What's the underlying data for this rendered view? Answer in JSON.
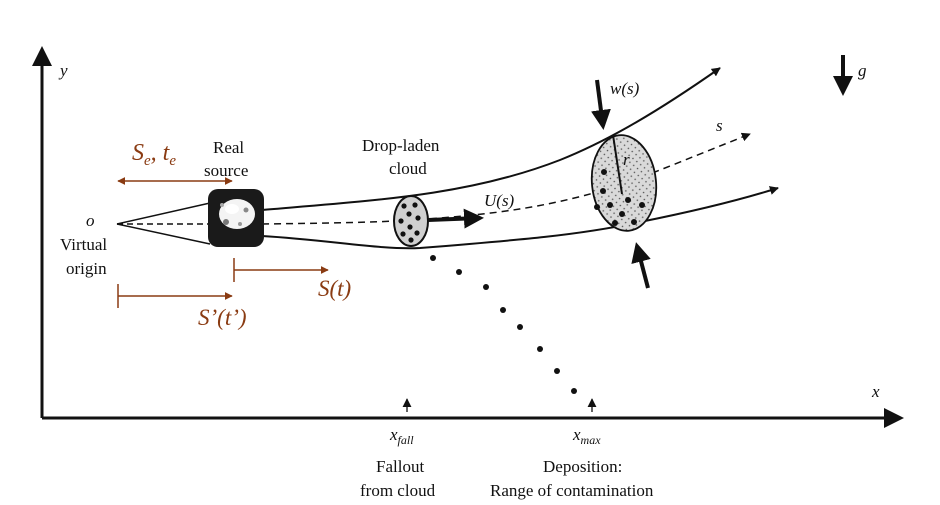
{
  "axes": {
    "y_label": "y",
    "x_label": "x",
    "g_label": "g",
    "origin_label": "o"
  },
  "labels": {
    "virtual_origin_line1": "Virtual",
    "virtual_origin_line2": "origin",
    "real_source_line1": "Real",
    "real_source_line2": "source",
    "cloud_line1": "Drop-laden",
    "cloud_line2": "cloud",
    "velocity": "U(s)",
    "entrainment": "w(s)",
    "radius": "r",
    "path_coordinate": "s",
    "x_fall_base": "x",
    "x_fall_sub": "fall",
    "x_max_base": "x",
    "x_max_sub": "max",
    "fallout_line1": "Fallout",
    "fallout_line2": "from cloud",
    "deposition_line1": "Deposition:",
    "deposition_line2": "Range of contamination"
  },
  "annotations": {
    "se_s": "S",
    "se_sub": "e",
    "se_sep": ", t",
    "te_sub": "e",
    "s_of_t": "S(t)",
    "s_prime": "S’(t’)"
  },
  "colors": {
    "line": "#111111",
    "annotation": "#8a3b12",
    "cloud_fill": "#d9d9d9"
  }
}
